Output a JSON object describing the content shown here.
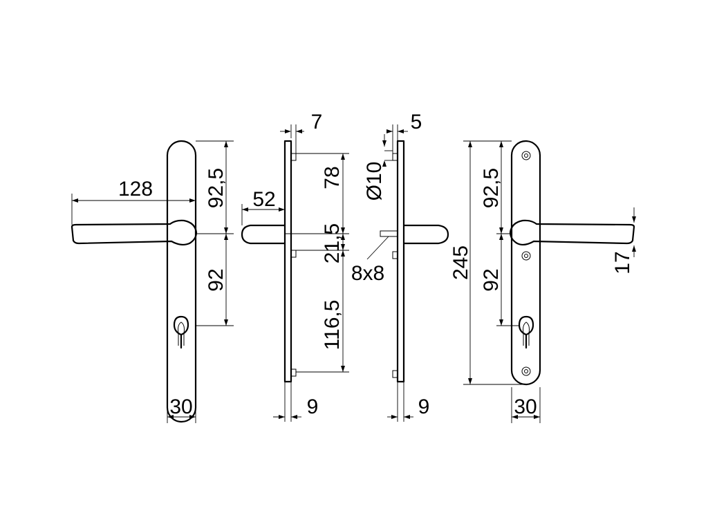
{
  "drawing": {
    "dimensions": {
      "front_left_handle_length": "128",
      "front_left_upper": "92,5",
      "front_left_lower": "92",
      "front_left_width": "30",
      "side1_lever_depth": "52",
      "side1_top_offset": "7",
      "side1_a": "78",
      "side1_b": "21,5",
      "side1_c": "116,5",
      "side1_plate_thickness": "9",
      "side2_top_offset": "5",
      "side2_spindle_dia": "Ø10",
      "side2_spindle_square": "8x8",
      "side2_plate_thickness": "9",
      "front_right_upper": "92,5",
      "front_right_lower": "92",
      "front_right_total": "245",
      "front_right_width": "30",
      "front_right_handle_height": "17"
    }
  }
}
